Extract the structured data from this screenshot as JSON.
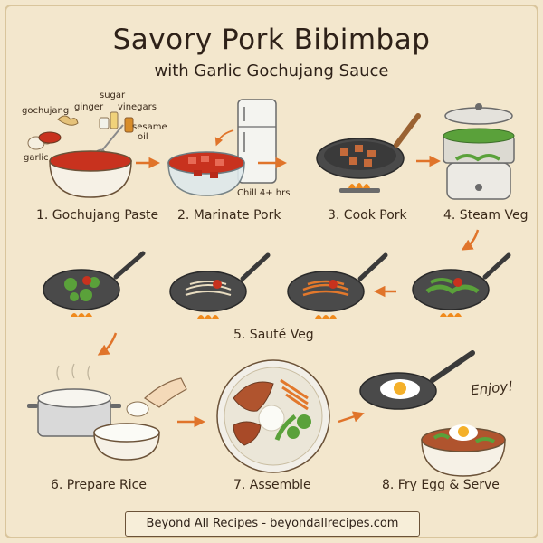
{
  "title": "Savory Pork Bibimbap",
  "subtitle": "with Garlic Gochujang Sauce",
  "ingredients": {
    "gochujang": "gochujang",
    "ginger": "ginger",
    "sugar": "sugar",
    "vinegars": "vinegars",
    "sesame": "sesame",
    "oil": "oil",
    "garlic": "garlic"
  },
  "chill_note": "Chill 4+ hrs",
  "steps": [
    {
      "label": "1. Gochujang Paste"
    },
    {
      "label": "2. Marinate Pork"
    },
    {
      "label": "3. Cook Pork"
    },
    {
      "label": "4. Steam Veg"
    },
    {
      "label": "5. Sauté Veg"
    },
    {
      "label": "6. Prepare Rice"
    },
    {
      "label": "7. Assemble"
    },
    {
      "label": "8. Fry Egg & Serve"
    }
  ],
  "enjoy": "Enjoy!",
  "footer": "Beyond All Recipes - beyondallrecipes.com",
  "colors": {
    "background": "#f3e7cd",
    "sauce": "#c8321e",
    "pan": "#4a4a4a",
    "handle": "#9a6232",
    "flame": "#f08a1c",
    "veg_green": "#5aa13a",
    "arrow": "#e0742a"
  }
}
